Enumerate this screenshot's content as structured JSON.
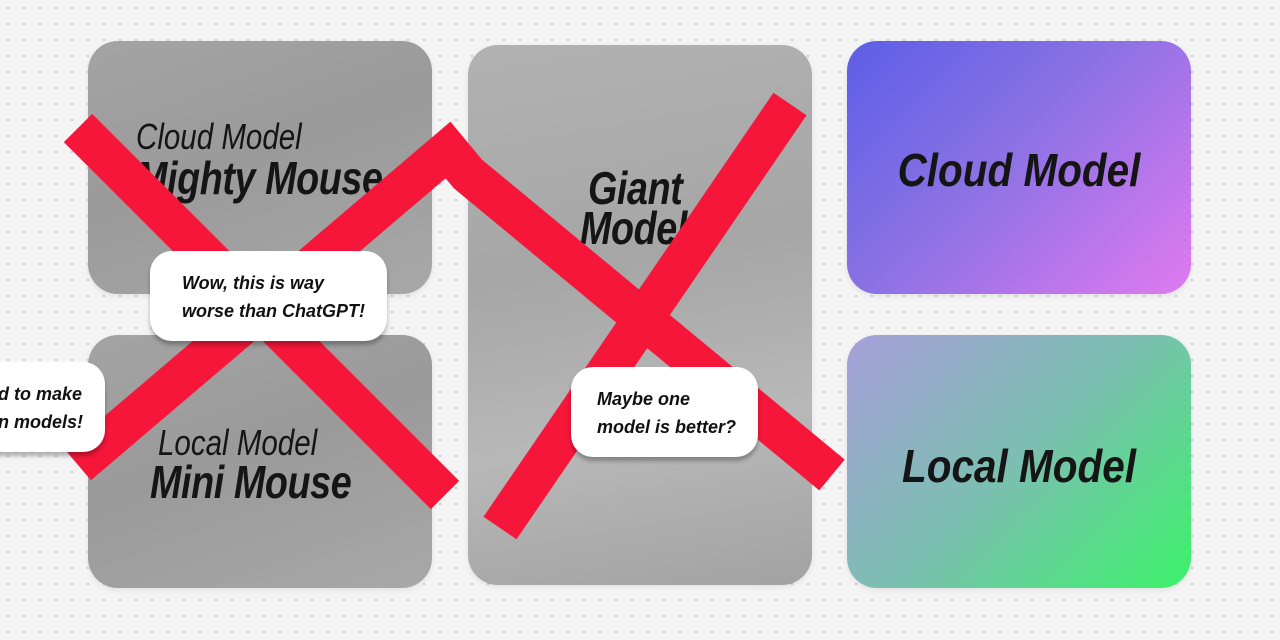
{
  "cards": {
    "cloud_mighty": {
      "sub": "Cloud Model",
      "main": "Mighty Mouse"
    },
    "local_mini": {
      "sub": "Local Model",
      "main": "Mini Mouse"
    },
    "giant": {
      "line1": "Giant",
      "line2": "Model"
    },
    "cloud": {
      "title": "Cloud Model"
    },
    "local": {
      "title": "Local Model"
    }
  },
  "bubbles": {
    "chatgpt": {
      "line1": "Wow, this is way",
      "line2": "worse than ChatGPT!"
    },
    "make_models": {
      "line1": "d to make",
      "line2": "n models!"
    },
    "one_model": {
      "line1": "Maybe one",
      "line2": "model is better?"
    }
  },
  "colors": {
    "cross": "#f5163a",
    "cloud_gradient": [
      "#5c5ee6",
      "#e07af0"
    ],
    "local_gradient": [
      "#a79fd9",
      "#3bf26a"
    ]
  }
}
